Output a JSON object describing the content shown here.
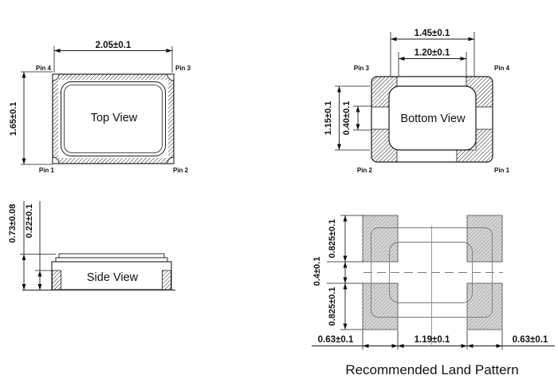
{
  "colors": {
    "line": "#1a1a1a",
    "hatch": "#1a1a1a",
    "land_pad_fill": "#d6d6d6",
    "land_pad_hatch": "#8f8f8f",
    "overlay_line": "#7a7a7a",
    "background": "#ffffff"
  },
  "top_view": {
    "title": "Top View",
    "dim_width": "2.05±0.1",
    "dim_height": "1.65±0.1",
    "pin_top_left": "Pin 4",
    "pin_top_right": "Pin 3",
    "pin_bottom_left": "Pin 1",
    "pin_bottom_right": "Pin 2"
  },
  "bottom_view": {
    "title": "Bottom View",
    "dim_pad_span": "1.45±0.1",
    "dim_pad_gap": "1.20±0.1",
    "dim_pad_height": "1.15±0.1",
    "dim_side_notch": "0.40±0.1",
    "pin_top_left": "Pin 3",
    "pin_top_right": "Pin 4",
    "pin_bottom_left": "Pin 2",
    "pin_bottom_right": "Pin 1"
  },
  "side_view": {
    "title": "Side View",
    "dim_total_height": "0.73±0.08",
    "dim_terminal_height": "0.22±0.1"
  },
  "land_pattern": {
    "caption": "Recommended Land Pattern",
    "dim_pad_height_top": "0.825±0.1",
    "dim_row_gap": "0.4±0.1",
    "dim_pad_height_bottom": "0.825±0.1",
    "dim_pad_width_left": "0.63±0.1",
    "dim_col_gap": "1.19±0.1",
    "dim_pad_width_right": "0.63±0.1"
  }
}
